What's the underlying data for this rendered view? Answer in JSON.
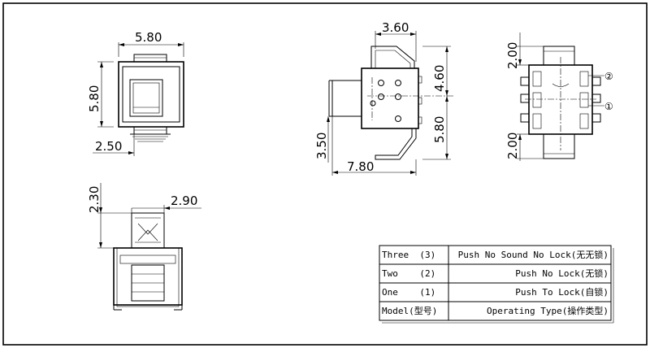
{
  "front_view": {
    "width_dim": "5.80",
    "height_dim": "5.80",
    "foot_dim": "2.50"
  },
  "side_view": {
    "top_dim": "3.60",
    "upper_dim": "4.60",
    "lower_dim": "5.80",
    "left_dim": "3.50",
    "bottom_dim": "7.80"
  },
  "terminal_view": {
    "top_dim": "2.00",
    "bottom_dim": "2.00",
    "marker_2": "②",
    "marker_1": "①"
  },
  "top_view": {
    "height_dim": "2.30",
    "width_dim": "2.90"
  },
  "spec_table": {
    "rows": [
      {
        "model": "Three  (3)",
        "type": "Push No Sound No Lock(无无锁)"
      },
      {
        "model": "Two    (2)",
        "type": "Push No Lock(无锁)"
      },
      {
        "model": "One    (1)",
        "type": "Push To Lock(自锁)"
      },
      {
        "model": "Model(型号)",
        "type": "Operating Type(操作类型)"
      }
    ]
  }
}
